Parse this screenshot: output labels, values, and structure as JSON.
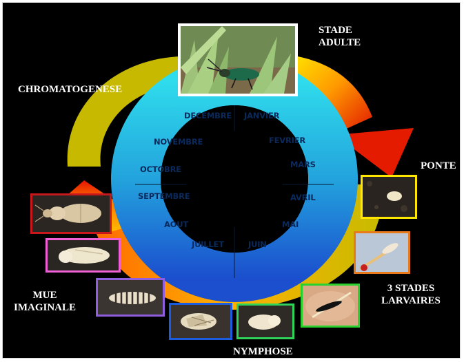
{
  "colors": {
    "background": "#000000",
    "arrow_yellow": "#c9b900",
    "arrow_orange": "#ff8a00",
    "arrow_red": "#e51b00",
    "ring_top": "#2ad6e6",
    "ring_bottom": "#1f5bd1",
    "month_text": "#0b2a5b"
  },
  "stages": {
    "adult": "STADE",
    "adult_line2": "ADULTE",
    "chromatogenese": "CHROMATOGENESE",
    "ponte": "PONTE",
    "larvaires_line1": "3 STADES",
    "larvaires_line2": "LARVAIRES",
    "mue_line1": "MUE",
    "mue_line2": "IMAGINALE",
    "nymphose": "NYMPHOSE"
  },
  "months": {
    "janvier": "JANVIER",
    "fevrier": "FEVRIER",
    "mars": "MARS",
    "avril": "AVRIL",
    "mai": "MAI",
    "juin": "JUIN",
    "juillet": "JUILLET",
    "aout": "AOUT",
    "septembre": "SEPTEMBRE",
    "octobre": "OCTOBRE",
    "novembre": "NOVEMBRE",
    "decembre": "DECEMBRE"
  },
  "photos": {
    "adult_beetle": {
      "icon": "ground-beetle-on-grass-photo",
      "border": "#ffffff"
    },
    "egg": {
      "icon": "egg-on-soil-photo",
      "border": "#ffe600"
    },
    "larva_first": {
      "icon": "larva-beside-match-photo",
      "border": "#e87a1c"
    },
    "larva_second": {
      "icon": "black-larva-on-hand-photo",
      "border": "#29d12e"
    },
    "prepupa": {
      "icon": "white-prepupa-photo",
      "border": "#2fd35a"
    },
    "pupa": {
      "icon": "pupa-on-soil-photo",
      "border": "#1c5de0"
    },
    "larva_third": {
      "icon": "striped-larva-photo",
      "border": "#8f5fe0"
    },
    "teneral_pupa": {
      "icon": "pale-pupa-photo",
      "border": "#ef5fd5"
    },
    "teneral_adult": {
      "icon": "teneral-beetle-photo",
      "border": "#c8181b"
    }
  }
}
